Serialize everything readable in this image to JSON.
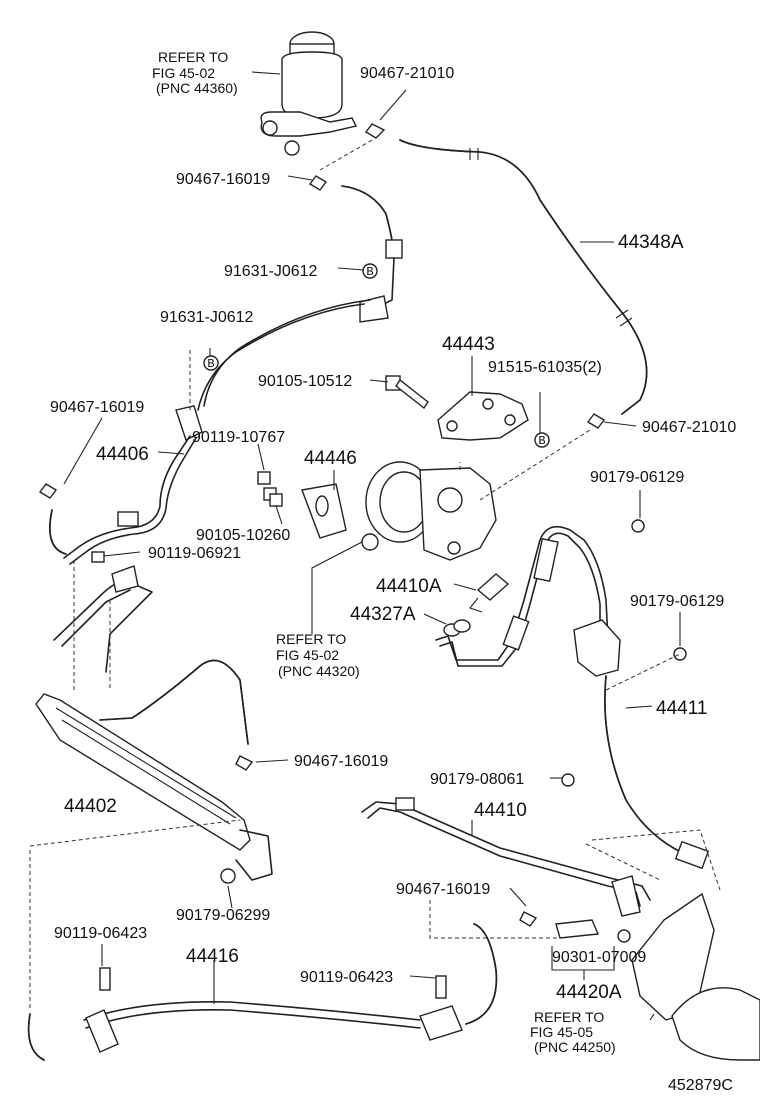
{
  "refers": [
    {
      "line1": "REFER TO",
      "line2": "FIG 45-02",
      "line3": "(PNC 44360)"
    },
    {
      "line1": "REFER TO",
      "line2": "FIG 45-02",
      "line3": "(PNC 44320)"
    },
    {
      "line1": "REFER TO",
      "line2": "FIG 45-05",
      "line3": "(PNC 44250)"
    }
  ],
  "parts": {
    "p1": "90467-21010",
    "p2": "90467-16019",
    "p3": "44348A",
    "p4": "91631-J0612",
    "p5": "91631-J0612",
    "p6": "44443",
    "p7": "90105-10512",
    "p8": "91515-61035(2)",
    "p9": "90467-16019",
    "p10": "44406",
    "p11": "90119-10767",
    "p12": "44446",
    "p13": "90467-21010",
    "p14": "90179-06129",
    "p15": "90105-10260",
    "p16": "90119-06921",
    "p17": "44410A",
    "p18": "44327A",
    "p19": "90179-06129",
    "p20": "44411",
    "p21": "90467-16019",
    "p22": "44402",
    "p23": "90179-08061",
    "p24": "44410",
    "p25": "90179-06299",
    "p26": "90467-16019",
    "p27": "90119-06423",
    "p28": "44416",
    "p29": "90119-06423",
    "p30": "90301-07009",
    "p31": "44420A"
  },
  "marker": "B",
  "figure_code": "452879C"
}
